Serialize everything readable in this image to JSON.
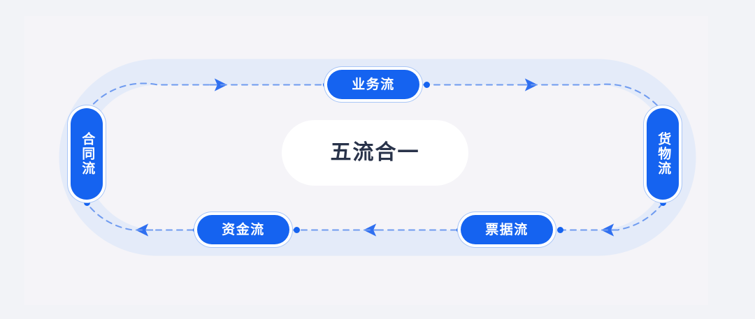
{
  "diagram": {
    "title": "五流合一",
    "background_color": "#f2f3f7",
    "card_color": "#f5f4f8",
    "accent_color": "#1563f0",
    "track_color": "#e4ebf9",
    "dash_color": "#6f9bf0",
    "title_color": "#29334a",
    "center": {
      "label": "五流合一",
      "shape": "pill",
      "fill": "#ffffff"
    },
    "nodes": [
      {
        "id": "business-flow",
        "label": "业务流",
        "position": "top-center",
        "orientation": "horizontal"
      },
      {
        "id": "goods-flow",
        "label": "货物流",
        "position": "right-center",
        "orientation": "vertical"
      },
      {
        "id": "bill-flow",
        "label": "票据流",
        "position": "bottom-right",
        "orientation": "horizontal"
      },
      {
        "id": "capital-flow",
        "label": "资金流",
        "position": "bottom-left",
        "orientation": "horizontal"
      },
      {
        "id": "contract-flow",
        "label": "合同流",
        "position": "left-center",
        "orientation": "vertical"
      }
    ],
    "flow_direction": "clockwise-top-rightward",
    "arrow_count": 6
  }
}
